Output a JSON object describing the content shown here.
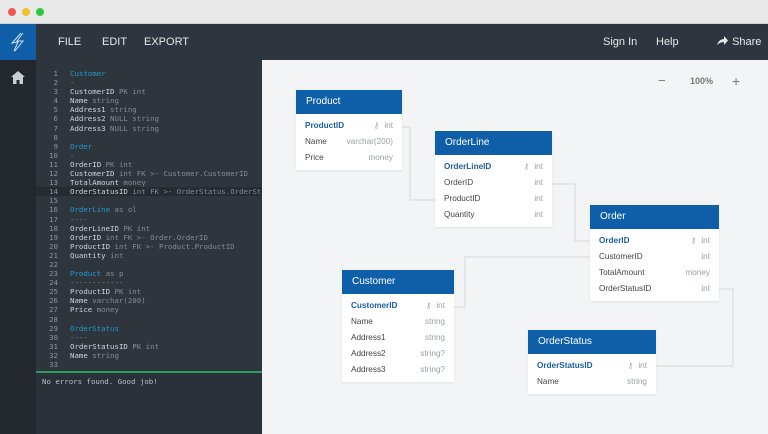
{
  "window": {
    "controls": [
      "#ee5a52",
      "#f5be2e",
      "#2ec840"
    ]
  },
  "nav": {
    "menu": [
      "FILE",
      "EDIT",
      "EXPORT"
    ],
    "sign_in": "Sign In",
    "help": "Help",
    "share": "Share"
  },
  "sidebar": {
    "home_icon": "home-icon",
    "logo_icon": "lightning-icon"
  },
  "editor": {
    "current_line": 14,
    "lines": [
      [
        [
          "Customer",
          "k"
        ]
      ],
      [
        [
          "-",
          "d"
        ]
      ],
      [
        [
          "CustomerID",
          "f"
        ],
        [
          " PK int",
          "d"
        ]
      ],
      [
        [
          "Name",
          "f"
        ],
        [
          " string",
          "d"
        ]
      ],
      [
        [
          "Address1",
          "f"
        ],
        [
          " string",
          "d"
        ]
      ],
      [
        [
          "Address2",
          "f"
        ],
        [
          " NULL string",
          "d"
        ]
      ],
      [
        [
          "Address3",
          "f"
        ],
        [
          " NULL string",
          "d"
        ]
      ],
      [],
      [
        [
          "Order",
          "k"
        ]
      ],
      [
        [
          "-",
          "d"
        ]
      ],
      [
        [
          "OrderID",
          "f"
        ],
        [
          " PK int",
          "d"
        ]
      ],
      [
        [
          "CustomerID",
          "f"
        ],
        [
          " int FK >- Customer.CustomerID",
          "d"
        ]
      ],
      [
        [
          "TotalAmount",
          "f"
        ],
        [
          " money",
          "d"
        ]
      ],
      [
        [
          "OrderStatusID",
          "f"
        ],
        [
          " int FK >- OrderStatus.OrderStatusID",
          "d"
        ]
      ],
      [],
      [
        [
          "OrderLine",
          "k"
        ],
        [
          " as ol",
          "d"
        ]
      ],
      [
        [
          "----",
          "d"
        ]
      ],
      [
        [
          "OrderLineID",
          "f"
        ],
        [
          " PK int",
          "d"
        ]
      ],
      [
        [
          "OrderID",
          "f"
        ],
        [
          " int FK >- Order.OrderID",
          "d"
        ]
      ],
      [
        [
          "ProductID",
          "f"
        ],
        [
          " int FK >- Product.ProductID",
          "d"
        ]
      ],
      [
        [
          "Quantity",
          "f"
        ],
        [
          " int",
          "d"
        ]
      ],
      [],
      [
        [
          "Product",
          "k"
        ],
        [
          " as p",
          "d"
        ]
      ],
      [
        [
          "------------",
          "d"
        ]
      ],
      [
        [
          "ProductID",
          "f"
        ],
        [
          " PK int",
          "d"
        ]
      ],
      [
        [
          "Name",
          "f"
        ],
        [
          " varchar(200)",
          "d"
        ]
      ],
      [
        [
          "Price",
          "f"
        ],
        [
          " money",
          "d"
        ]
      ],
      [],
      [
        [
          "OrderStatus",
          "k"
        ]
      ],
      [
        [
          "----",
          "d"
        ]
      ],
      [
        [
          "OrderStatusID",
          "f"
        ],
        [
          " PK int",
          "d"
        ]
      ],
      [
        [
          "Name",
          "f"
        ],
        [
          " string",
          "d"
        ]
      ],
      []
    ],
    "status": "No errors found. Good job!"
  },
  "canvas": {
    "zoom_level": "100%",
    "zoom_out": "−",
    "zoom_in": "+"
  },
  "tables": [
    {
      "name": "Product",
      "cols": [
        [
          "ProductID",
          "int",
          true
        ],
        [
          "Name",
          "varchar(200)",
          false
        ],
        [
          "Price",
          "money",
          false
        ]
      ]
    },
    {
      "name": "OrderLine",
      "cols": [
        [
          "OrderLineID",
          "int",
          true
        ],
        [
          "OrderID",
          "int",
          false
        ],
        [
          "ProductID",
          "int",
          false
        ],
        [
          "Quantity",
          "int",
          false
        ]
      ]
    },
    {
      "name": "Order",
      "cols": [
        [
          "OrderID",
          "int",
          true
        ],
        [
          "CustomerID",
          "int",
          false
        ],
        [
          "TotalAmount",
          "money",
          false
        ],
        [
          "OrderStatusID",
          "int",
          false
        ]
      ]
    },
    {
      "name": "Customer",
      "cols": [
        [
          "CustomerID",
          "int",
          true
        ],
        [
          "Name",
          "string",
          false
        ],
        [
          "Address1",
          "string",
          false
        ],
        [
          "Address2",
          "string?",
          false
        ],
        [
          "Address3",
          "string?",
          false
        ]
      ]
    },
    {
      "name": "OrderStatus",
      "cols": [
        [
          "OrderStatusID",
          "int",
          true
        ],
        [
          "Name",
          "string",
          false
        ]
      ]
    }
  ],
  "colors": {
    "accent": "#0e5fa8",
    "status_ok": "#2c9a5a"
  }
}
